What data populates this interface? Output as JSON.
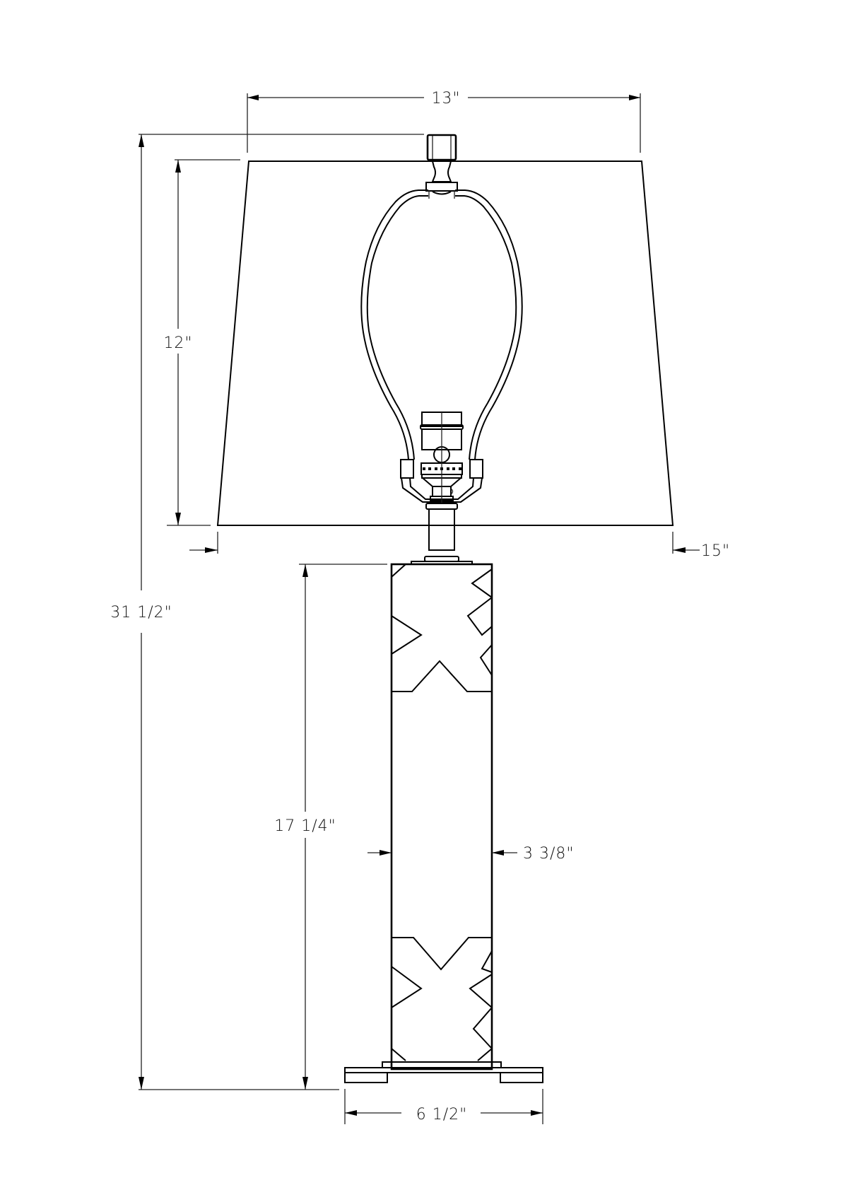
{
  "drawing": {
    "subject": "Table lamp dimension drawing",
    "dimensions": {
      "shade_top_width": "13\"",
      "shade_height": "12\"",
      "shade_bottom_width": "15\"",
      "overall_height": "31 1/2\"",
      "base_height": "17 1/4\"",
      "column_width": "3 3/8\"",
      "foot_width": "6 1/2\""
    },
    "colors": {
      "line": "#000000",
      "background": "#ffffff"
    }
  }
}
